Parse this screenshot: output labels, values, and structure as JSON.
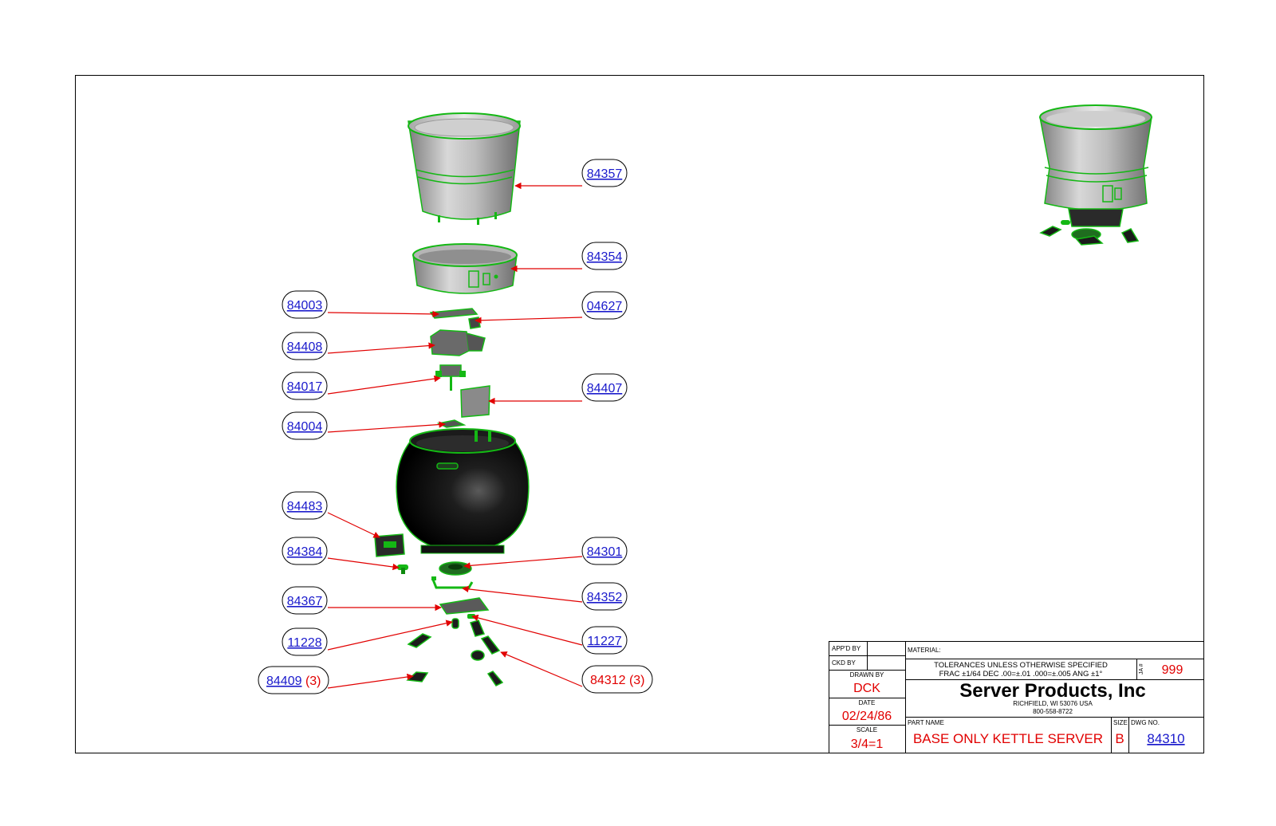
{
  "callouts": [
    {
      "part": "84357",
      "qty": ""
    },
    {
      "part": "84354",
      "qty": ""
    },
    {
      "part": "84003",
      "qty": ""
    },
    {
      "part": "04627",
      "qty": ""
    },
    {
      "part": "84408",
      "qty": ""
    },
    {
      "part": "84017",
      "qty": ""
    },
    {
      "part": "84407",
      "qty": ""
    },
    {
      "part": "84004",
      "qty": ""
    },
    {
      "part": "84483",
      "qty": ""
    },
    {
      "part": "84384",
      "qty": ""
    },
    {
      "part": "84301",
      "qty": ""
    },
    {
      "part": "84367",
      "qty": ""
    },
    {
      "part": "84352",
      "qty": ""
    },
    {
      "part": "11228",
      "qty": ""
    },
    {
      "part": "11227",
      "qty": ""
    },
    {
      "part": "84409",
      "qty": "(3)"
    },
    {
      "part": "84312",
      "qty": "(3)"
    }
  ],
  "title_block": {
    "appd_by_label": "APP'D BY",
    "ckd_by_label": "CKD BY",
    "drawn_by_label": "DRAWN BY",
    "drawn_by": "DCK",
    "date_label": "DATE",
    "date": "02/24/86",
    "scale_label": "SCALE",
    "scale": "3/4=1",
    "material_label": "MATERIAL:",
    "tolerances_line1": "TOLERANCES UNLESS OTHERWISE SPECIFIED",
    "tolerances_line2": "FRAC ±1/64 DEC .00=±.01 .000=±.005 ANG ±1°",
    "ja_label": "JA #",
    "ja_number": "999",
    "company": "Server Products, Inc",
    "address": "RICHFIELD, WI 53076 USA",
    "phone": "800-558-8722",
    "part_name_label": "PART NAME",
    "part_name": "BASE ONLY KETTLE SERVER",
    "size_label": "SIZE",
    "size": "B",
    "dwg_no_label": "DWG NO.",
    "dwg_no": "84310"
  },
  "colors": {
    "link_blue": "#1a1acc",
    "red": "#e10000",
    "green_edge": "#14b814",
    "black": "#000000"
  }
}
